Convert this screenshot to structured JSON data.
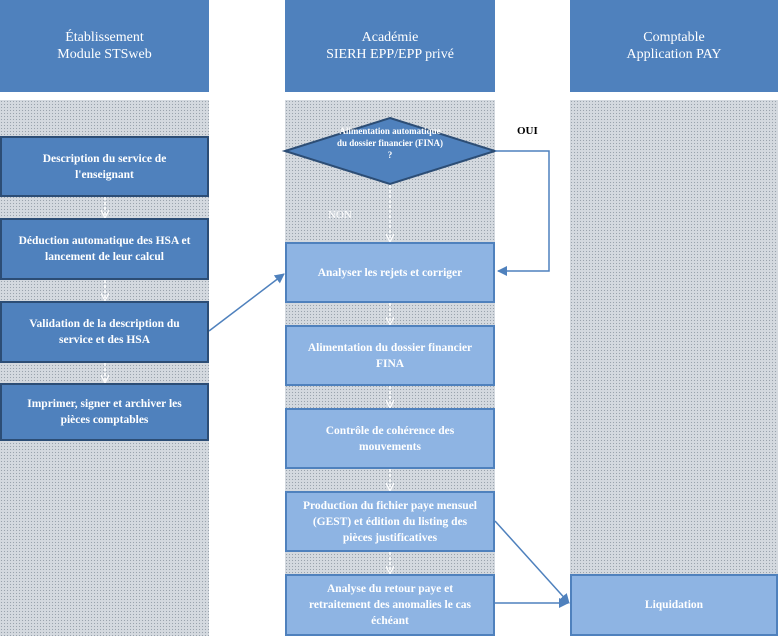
{
  "lanes": [
    {
      "line1": "Établissement",
      "line2": "Module STSweb"
    },
    {
      "line1": "Académie",
      "line2": "SIERH EPP/EPP privé"
    },
    {
      "line1": "Comptable",
      "line2": "Application PAY"
    }
  ],
  "etab": {
    "step1": "Description du service de l'enseignant",
    "step2": "Déduction automatique des HSA et lancement de leur calcul",
    "step3": "Validation de la description du service et des HSA",
    "step4": "Imprimer, signer et archiver les pièces comptables"
  },
  "academie": {
    "decision": "Alimentation automatique du dossier financier (FINA) ?",
    "oui": "OUI",
    "non": "NON",
    "step1": "Analyser les rejets et corriger",
    "step2": "Alimentation du dossier financier FINA",
    "step3": "Contrôle de cohérence des mouvements",
    "step4": "Production du fichier paye mensuel (GEST) et édition du listing des pièces justificatives",
    "step5": "Analyse du retour paye et retraitement des anomalies le cas échéant"
  },
  "comptable": {
    "step1": "Liquidation"
  },
  "colors": {
    "header": "#4f81bd",
    "box": "#4f81bd",
    "box_border": "#2c4d75",
    "connector": "#4f81bd",
    "down_arrow": "#ffffff"
  }
}
